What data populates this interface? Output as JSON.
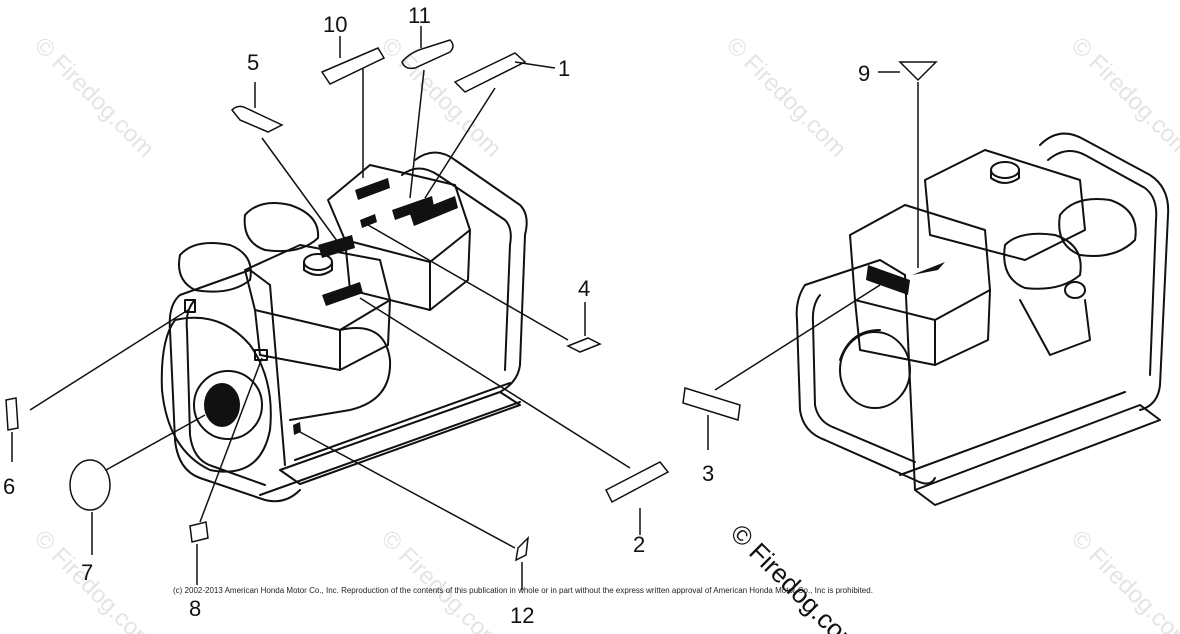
{
  "callouts": [
    "1",
    "2",
    "3",
    "4",
    "5",
    "6",
    "7",
    "8",
    "9",
    "10",
    "11",
    "12"
  ],
  "watermark": "© Firedog.com",
  "copyright": "(c) 2002-2013 American Honda Motor Co., Inc. Reproduction of the contents of this publication in whole or in part without the express written approval of American Honda Motor Co., Inc is prohibited."
}
